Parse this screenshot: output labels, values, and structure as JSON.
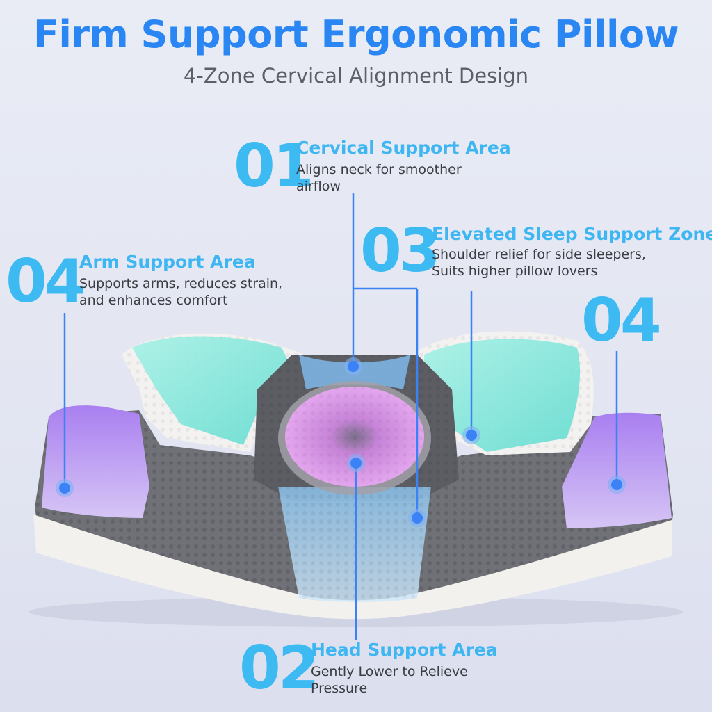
{
  "header": {
    "title": "Firm Support Ergonomic Pillow",
    "subtitle": "4-Zone Cervical Alignment Design"
  },
  "zones": {
    "cervical": {
      "number": "01",
      "title": "Cervical Support Area",
      "desc_line1": "Aligns neck for smoother",
      "desc_line2": "airflow"
    },
    "head": {
      "number": "02",
      "title": "Head Support Area",
      "desc_line1": "Gently Lower to Relieve",
      "desc_line2": "Pressure"
    },
    "elevated": {
      "number": "03",
      "title": "Elevated Sleep Support Zone",
      "desc_line1": "Shoulder relief for side sleepers,",
      "desc_line2": "Suits higher pillow lovers"
    },
    "arm_left": {
      "number": "04",
      "title": "Arm Support Area",
      "desc_line1": "Supports arms, reduces strain,",
      "desc_line2": "and enhances comfort"
    },
    "arm_right": {
      "number": "04"
    }
  },
  "colors": {
    "title": "#2a86f2",
    "accent": "#3db6f2",
    "pointer": "#3b82f6",
    "teal_zone": "#8ee8df",
    "purple_zone": "#b68af0",
    "head_zone": "#d891e6",
    "fabric_gray": "#6f7177"
  }
}
